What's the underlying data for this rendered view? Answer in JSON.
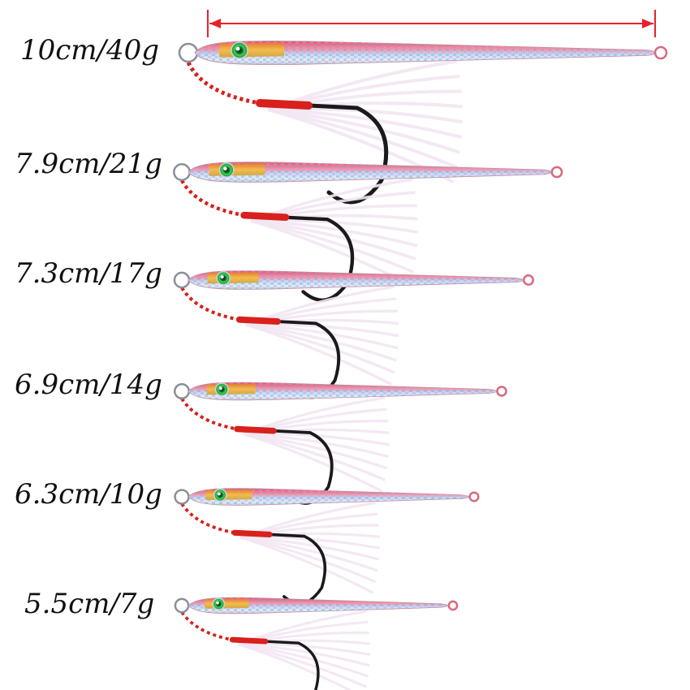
{
  "colors": {
    "lure_top": "#f0607a",
    "lure_mid": "#ff9aa8",
    "lure_belly": "#e8eef6",
    "head_gold": "#e8a420",
    "eye_green": "#22b24a",
    "hook_black": "#1a1a1a",
    "thread_red": "#d8201c",
    "feather": "#f2e6f2",
    "measure_arrow": "#e8202a"
  },
  "lures": [
    {
      "label": "10cm/40g"
    },
    {
      "label": "7.9cm/21g"
    },
    {
      "label": "7.3cm/17g"
    },
    {
      "label": "6.9cm/14g"
    },
    {
      "label": "6.3cm/10g"
    },
    {
      "label": "5.5cm/7g"
    }
  ]
}
